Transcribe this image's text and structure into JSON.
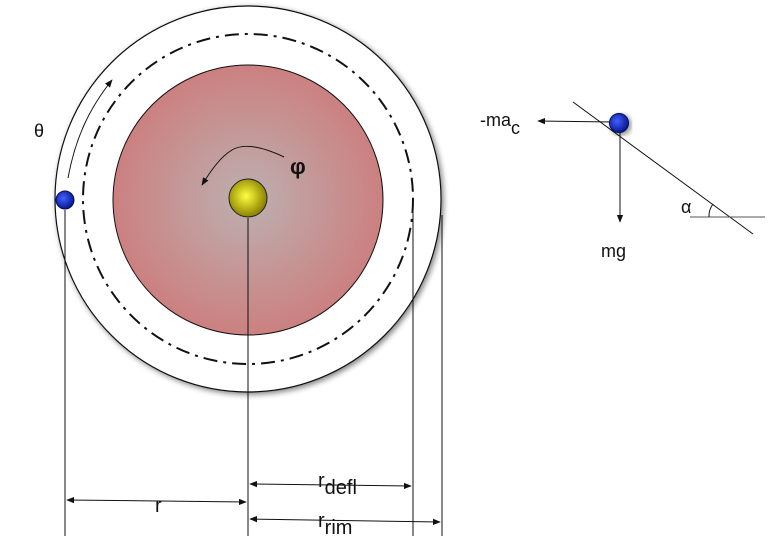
{
  "labels": {
    "theta": "θ",
    "phi": "φ",
    "r": "r",
    "r_defl_base": "r",
    "r_defl_sub": "defl",
    "r_rim_base": "r",
    "r_rim_sub": "rim",
    "centripetal_base": "-ma",
    "centripetal_sub": "c",
    "gravity": "mg",
    "alpha": "α"
  },
  "colors": {
    "disk_edge": "#cc8080",
    "disk_center": "#bbb0b0",
    "ball": "#1030c0",
    "hub": "#d0c800"
  }
}
